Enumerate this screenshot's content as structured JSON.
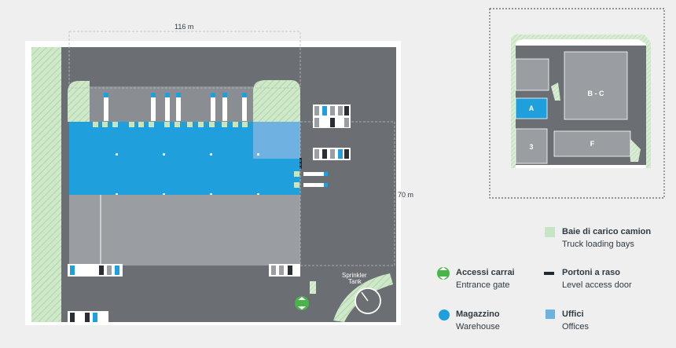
{
  "map": {
    "dimension_width": "116 m",
    "dimension_height": "70 m",
    "sprinkler_label_line1": "Sprinkler",
    "sprinkler_label_line2": "Tank",
    "gate_icon": "entrance-gate-icon"
  },
  "site_plan": {
    "buildings": [
      "A",
      "B - C",
      "3",
      "F"
    ]
  },
  "legend": {
    "truck_bays": {
      "title": "Baie di carico camion",
      "subtitle": "Truck loading bays",
      "color": "#c6e6c3"
    },
    "gate": {
      "title": "Accessi carrai",
      "subtitle": "Entrance gate",
      "color": "#49b44a"
    },
    "level_door": {
      "title": "Portoni a raso",
      "subtitle": "Level access door",
      "color": "#1f2a33"
    },
    "warehouse": {
      "title": "Magazzino",
      "subtitle": "Warehouse",
      "color": "#1fa0dc"
    },
    "offices": {
      "title": "Uffici",
      "subtitle": "Offices",
      "color": "#6fb1e0"
    }
  },
  "colors": {
    "ground": "#6b6f73",
    "roof": "#9a9ea2",
    "warehouse": "#1fa0dc",
    "green": "#c6e6c3",
    "background": "#efefef"
  }
}
